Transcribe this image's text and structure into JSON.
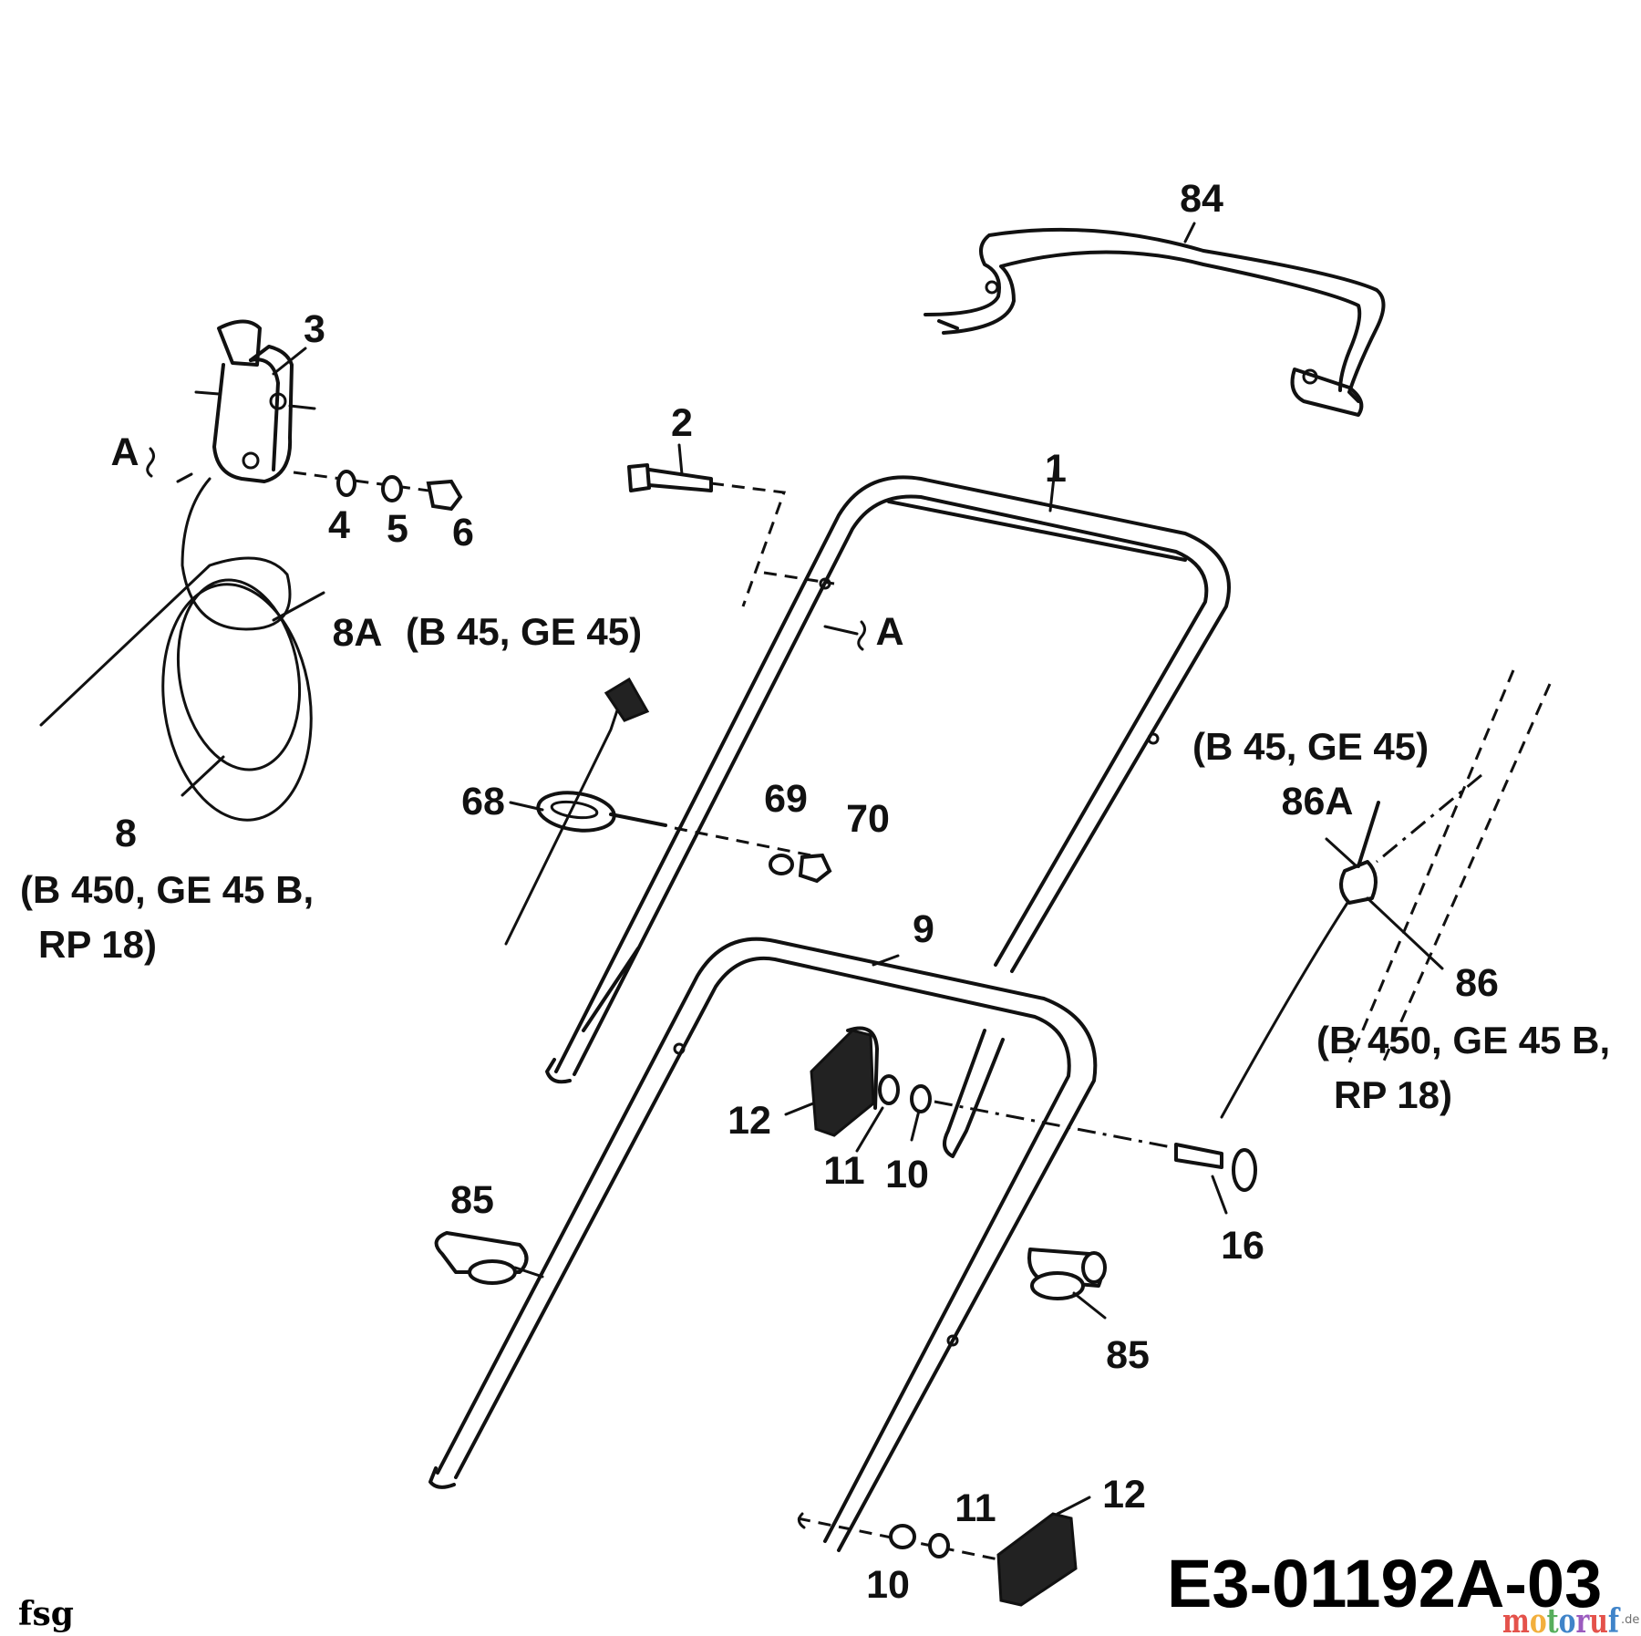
{
  "diagram": {
    "drawing_code": "E3-01192A-03",
    "footer_code": "fsg",
    "watermark": {
      "brand": "motoruf",
      "tld": ".de",
      "colors": [
        "#e0342c",
        "#f0a21c",
        "#3aa140",
        "#1f6fc0",
        "#8a3fb4",
        "#e0342c",
        "#1f6fc0"
      ]
    },
    "parts": {
      "p1": "1",
      "p2": "2",
      "p3": "3",
      "p4": "4",
      "p5": "5",
      "p6": "6",
      "p8": "8",
      "p8_variant_line1": "(B 450, GE 45 B,",
      "p8_variant_line2": "RP 18)",
      "p8A": "8A",
      "p8A_variant": "(B 45, GE 45)",
      "p9": "9",
      "p10_upper": "10",
      "p10_lower": "10",
      "p11_upper": "11",
      "p11_lower": "11",
      "p12_upper": "12",
      "p12_lower": "12",
      "p16": "16",
      "p68": "68",
      "p69": "69",
      "p70": "70",
      "p84": "84",
      "p85_left": "85",
      "p85_right": "85",
      "p86": "86",
      "p86_variant_line1": "(B 450, GE 45 B,",
      "p86_variant_line2": "RP 18)",
      "p86A": "86A",
      "p86A_variant": "(B 45, GE 45)",
      "ref_A_left": "A",
      "ref_A_right": "A"
    }
  }
}
